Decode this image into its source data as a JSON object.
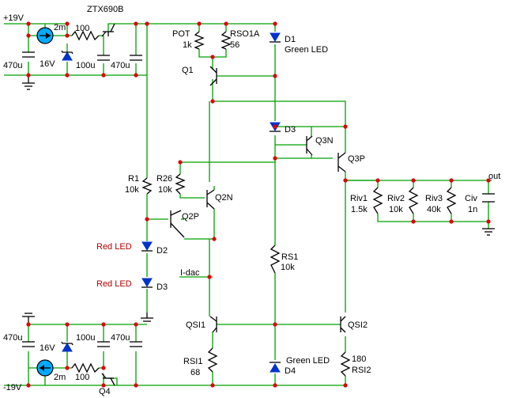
{
  "colors": {
    "wire": "#00a000",
    "component": "#000000",
    "diode": "#0033cc",
    "node": "#e00000",
    "source": "#00aaff",
    "red_label": "#b00000"
  },
  "rails": {
    "pos": "+19V",
    "neg": "-19V"
  },
  "output": "out",
  "labels": {
    "ztx": "ZTX690B",
    "cs_top": "2m",
    "r100_top": "100",
    "z16_top": "16V",
    "c470_tl": "470u",
    "c100_top": "100u",
    "c470_tm": "470u",
    "cs_bot": "2m",
    "r100_bot": "100",
    "z16_bot": "16V",
    "c470_bl": "470u",
    "c100_bot": "100u",
    "c470_bm": "470u",
    "q4": "Q4",
    "pot": "POT",
    "pot_val": "1k",
    "rso": "RSO1A",
    "rso_val": "56",
    "d1": "D1",
    "d1_desc": "Green LED",
    "q1": "Q1",
    "d3_top": "D3",
    "q3n": "Q3N",
    "q3p": "Q3P",
    "r1": "R1",
    "r1_val": "10k",
    "r26": "R26",
    "r26_val": "10k",
    "q2n": "Q2N",
    "q2p": "Q2P",
    "red_led_1": "Red LED",
    "d2": "D2",
    "red_led_2": "Red LED",
    "d3_bot": "D3",
    "idac": "I-dac",
    "rs1": "RS1",
    "rs1_val": "10k",
    "qsi1": "QSI1",
    "rsi1": "RSI1",
    "rsi1_val": "68",
    "qsi2": "QSI2",
    "rsi2": "RSI2",
    "rsi2_val": "180",
    "d4_desc": "Green LED",
    "d4": "D4",
    "riv1": "Riv1",
    "riv1_val": "1.5k",
    "riv2": "Riv2",
    "riv2_val": "10k",
    "riv3": "Riv3",
    "riv3_val": "40k",
    "civ": "Civ",
    "civ_val": "1n"
  }
}
